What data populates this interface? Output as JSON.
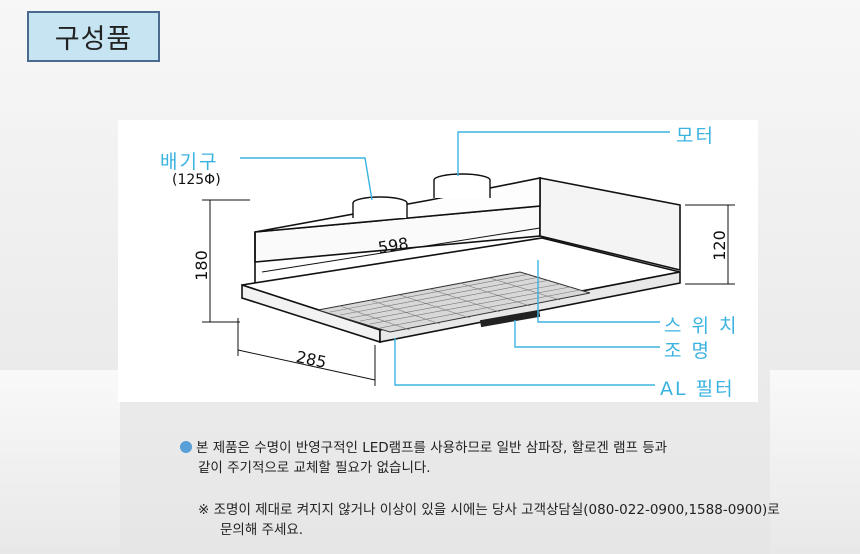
{
  "title": "구성품",
  "callouts": {
    "exhaust": "배기구",
    "exhaust_size": "(125Φ)",
    "motor": "모터",
    "switch": "스 위 치",
    "light": "조    명",
    "filter": "AL 필터"
  },
  "dimensions": {
    "width": "598",
    "depth": "285",
    "height_total": "180",
    "height_body": "120"
  },
  "notes": {
    "note1_line1": "본 제품은 수명이 반영구적인 LED램프를 사용하므로 일반 삼파장, 할로겐 램프 등과",
    "note1_line2": "같이 주기적으로 교체할 필요가 없습니다.",
    "note2_line1": "※ 조명이 제대로 켜지지 않거나 이상이 있을 시에는 당사 고객상담실(080-022-0900,1588-0900)로",
    "note2_line2": "문의해 주세요."
  },
  "colors": {
    "callout": "#3bb3e0",
    "title_bg": "#c6e4f2",
    "title_border": "#4a6b8f",
    "bullet": "#5aa0d8"
  }
}
